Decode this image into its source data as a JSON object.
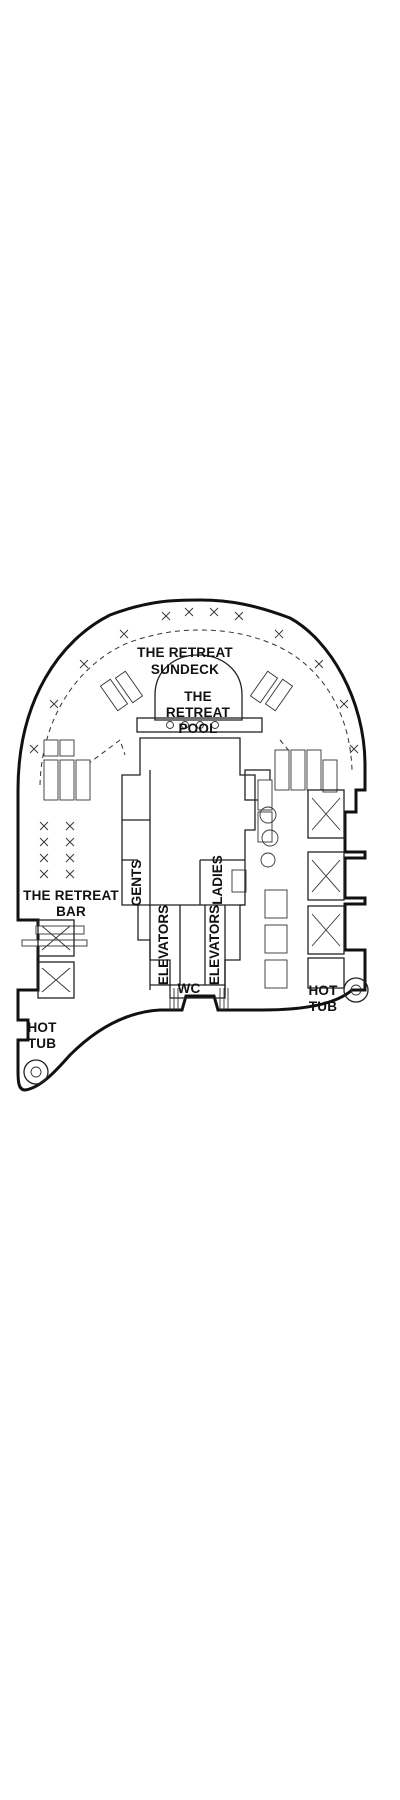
{
  "deck_plan": {
    "labels": {
      "sundeck_line1": "THE RETREAT",
      "sundeck_line2": "SUNDECK",
      "pool_line1": "THE",
      "pool_line2": "RETREAT",
      "pool_line3": "POOL",
      "bar_line1": "THE RETREAT",
      "bar_line2": "BAR",
      "gents": "GENTS",
      "ladies": "LADIES",
      "elevators_left": "ELEVATORS",
      "elevators_right": "ELEVATORS",
      "wc": "WC",
      "hot_tub_left_line1": "HOT",
      "hot_tub_left_line2": "TUB",
      "hot_tub_right_line1": "HOT",
      "hot_tub_right_line2": "TUB"
    },
    "colors": {
      "line": "#111111",
      "background": "#ffffff"
    }
  }
}
